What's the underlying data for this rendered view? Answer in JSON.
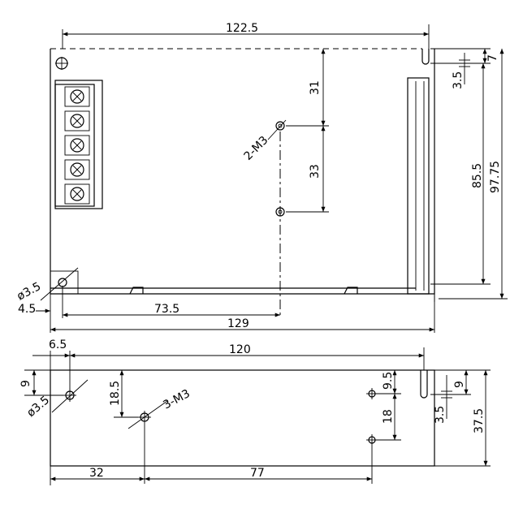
{
  "top_view": {
    "dims": {
      "width_top": "122.5",
      "h_31": "31",
      "h_33": "33",
      "h_7": "7",
      "h_3_5": "3.5",
      "h_85_5": "85.5",
      "h_97_75": "97.75",
      "w_73_5": "73.5",
      "w_129": "129",
      "left_4_5": "4.5"
    },
    "labels": {
      "screws_2m3": "2-M3",
      "hole_phi35": "ø3.5"
    },
    "terminal_count": 5
  },
  "side_view": {
    "dims": {
      "w_6_5": "6.5",
      "w_120": "120",
      "h_9_left": "9",
      "h_18_5": "18.5",
      "h_9_5": "9.5",
      "h_18": "18",
      "h_9_right": "9",
      "h_3_5": "3.5",
      "h_37_5": "37.5",
      "w_32": "32",
      "w_77": "77"
    },
    "labels": {
      "screws_3m3": "3-M3",
      "hole_phi35": "ø3.5"
    }
  }
}
